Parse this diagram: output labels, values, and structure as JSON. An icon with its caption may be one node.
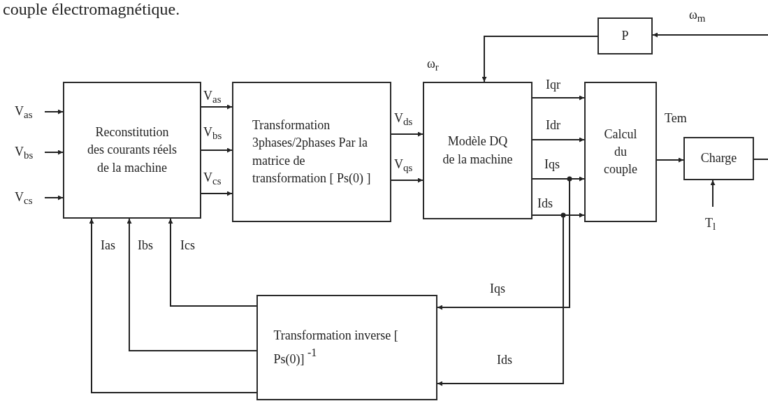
{
  "diagram": {
    "nodes": [
      {
        "text": [
          "Reconstitution des courants réels de la machine"
        ]
      },
      {
        "text": [
          "Transformation 3phases/2phases Par la matrice de transformation [ Ps(0) ]"
        ]
      },
      {
        "text": [
          "Modèle DQ de la machine"
        ]
      },
      {
        "text": [
          "Calcul du couple"
        ]
      },
      {
        "text": [
          "P"
        ]
      },
      {
        "text": [
          "Charge"
        ]
      },
      {
        "text": [
          "Transformation inverse [ Ps(0)] $^{-1}$"
        ]
      }
    ],
    "edges": [
      {
        "from": null,
        "to": 0,
        "arrow": "to",
        "label": "V$_{as}$"
      },
      {
        "from": null,
        "to": 0,
        "arrow": "to",
        "label": "V$_{bs}$"
      },
      {
        "from": null,
        "to": 0,
        "arrow": "to",
        "label": "V$_{cs}$"
      },
      {
        "from": 0,
        "to": 1,
        "arrow": "to",
        "label": "V$_{as}$"
      },
      {
        "from": 0,
        "to": 1,
        "arrow": "to",
        "label": "V$_{bs}$"
      },
      {
        "from": 0,
        "to": 1,
        "arrow": "to",
        "label": "V$_{cs}$"
      },
      {
        "from": 1,
        "to": 2,
        "arrow": "to",
        "label": "V$_{ds}$"
      },
      {
        "from": 1,
        "to": 2,
        "arrow": "to",
        "label": "V$_{qs}$"
      },
      {
        "from": 2,
        "to": 3,
        "arrow": "to",
        "label": "Iqr"
      },
      {
        "from": 2,
        "to": 3,
        "arrow": "to",
        "label": "Idr"
      },
      {
        "from": 2,
        "to": 3,
        "arrow": "to",
        "label": "Iqs"
      },
      {
        "from": 2,
        "to": 3,
        "arrow": "to",
        "label": "Ids"
      },
      {
        "from": 3,
        "to": 5,
        "arrow": "to",
        "label": "Tem"
      },
      {
        "from": 5,
        "to": null,
        "arrow": "none"
      },
      {
        "from": null,
        "to": 4,
        "arrow": "to",
        "label": "ω$_{m}$"
      },
      {
        "from": 4,
        "to": 2,
        "arrow": "to",
        "label": "ω$_{r}$"
      },
      {
        "from": null,
        "to": 5,
        "arrow": "to",
        "label": "T$_{l}$"
      },
      {
        "from": 6,
        "to": 0,
        "arrow": "to",
        "label": "Ias"
      },
      {
        "from": 6,
        "to": 0,
        "arrow": "to",
        "label": "Ibs"
      },
      {
        "from": 6,
        "to": 0,
        "arrow": "to",
        "label": "Ics"
      },
      {
        "from": 2,
        "to": 6,
        "arrow": "to",
        "label": "Iqs"
      },
      {
        "from": 2,
        "to": 6,
        "arrow": "to",
        "label": "Ids"
      }
    ],
    "labels": [
      "couple électromagnétique."
    ]
  }
}
